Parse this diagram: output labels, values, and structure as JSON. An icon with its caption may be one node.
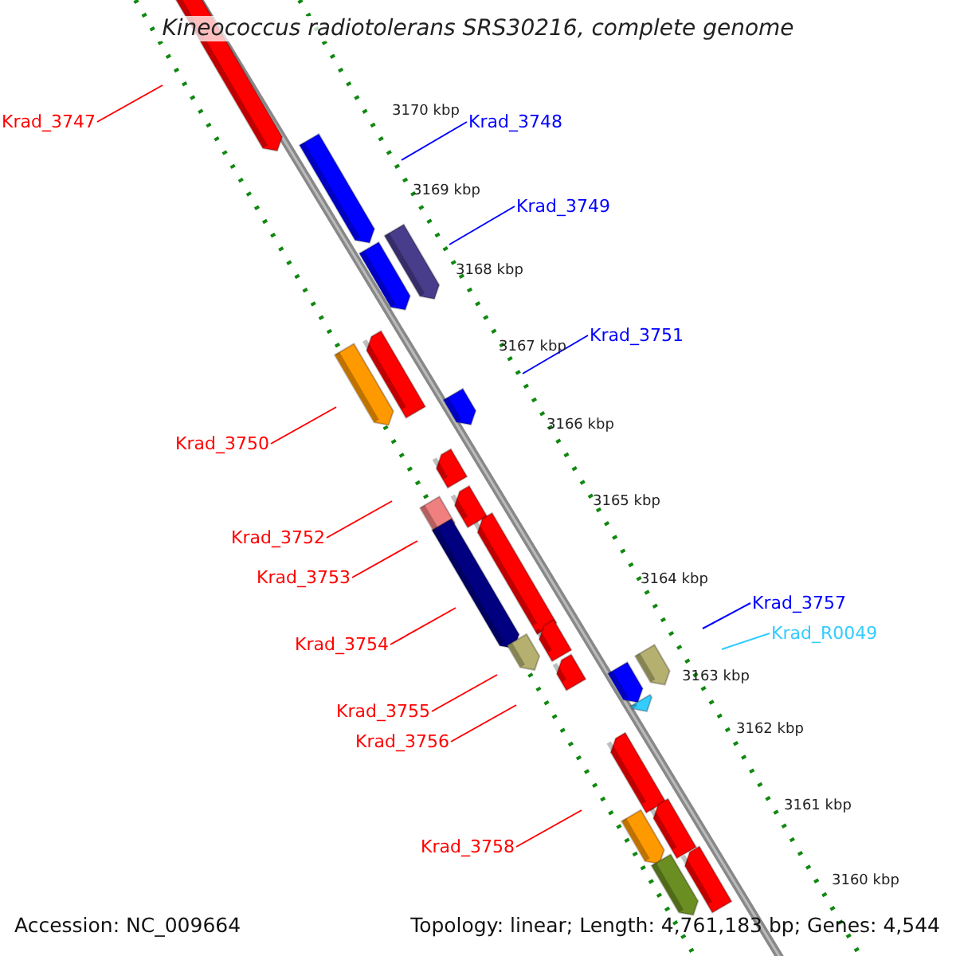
{
  "diagram": {
    "title": "Kineococcus radiotolerans SRS30216, complete genome",
    "nodes": [
      {
        "text": [
          "Krad_3747"
        ]
      },
      {
        "text": [
          "Krad_3748"
        ]
      },
      {
        "text": [
          "Krad_3749"
        ]
      },
      {
        "text": [
          "Krad_3751"
        ]
      },
      {
        "text": [
          "Krad_3750"
        ]
      },
      {
        "text": [
          "Krad_3752"
        ]
      },
      {
        "text": [
          "Krad_3753"
        ]
      },
      {
        "text": [
          "Krad_3754"
        ]
      },
      {
        "text": [
          "Krad_3757"
        ]
      },
      {
        "text": [
          "Krad_R0049"
        ]
      },
      {
        "text": [
          "Krad_3755"
        ]
      },
      {
        "text": [
          "Krad_3756"
        ]
      },
      {
        "text": [
          "Krad_3758"
        ]
      }
    ],
    "edges": [
      {
        "from": 0,
        "to": null,
        "arrow": "none",
        "color": "#ff0000"
      },
      {
        "from": 1,
        "to": null,
        "arrow": "none",
        "color": "#0000ff"
      },
      {
        "from": 2,
        "to": null,
        "arrow": "none",
        "color": "#0000ff"
      },
      {
        "from": 3,
        "to": null,
        "arrow": "none",
        "color": "#0000ff"
      },
      {
        "from": 4,
        "to": null,
        "arrow": "none",
        "color": "#ff0000"
      },
      {
        "from": 5,
        "to": null,
        "arrow": "none",
        "color": "#ff0000"
      },
      {
        "from": 6,
        "to": null,
        "arrow": "none",
        "color": "#ff0000"
      },
      {
        "from": 7,
        "to": null,
        "arrow": "none",
        "color": "#ff0000"
      },
      {
        "from": 8,
        "to": null,
        "arrow": "none",
        "color": "#0000ff"
      },
      {
        "from": 9,
        "to": null,
        "arrow": "none",
        "color": "#33ccff"
      },
      {
        "from": 10,
        "to": null,
        "arrow": "none",
        "color": "#ff0000"
      },
      {
        "from": 11,
        "to": null,
        "arrow": "none",
        "color": "#ff0000"
      },
      {
        "from": 12,
        "to": null,
        "arrow": "none",
        "color": "#ff0000"
      }
    ],
    "labels": [
      "3170 kbp",
      "3169 kbp",
      "3168 kbp",
      "3167 kbp",
      "3166 kbp",
      "3165 kbp",
      "3164 kbp",
      "3163 kbp",
      "3162 kbp",
      "3161 kbp",
      "3160 kbp",
      "Accession: NC_009664",
      "Topology: linear; Length: 4,761,183 bp; Genes: 4,544"
    ]
  }
}
